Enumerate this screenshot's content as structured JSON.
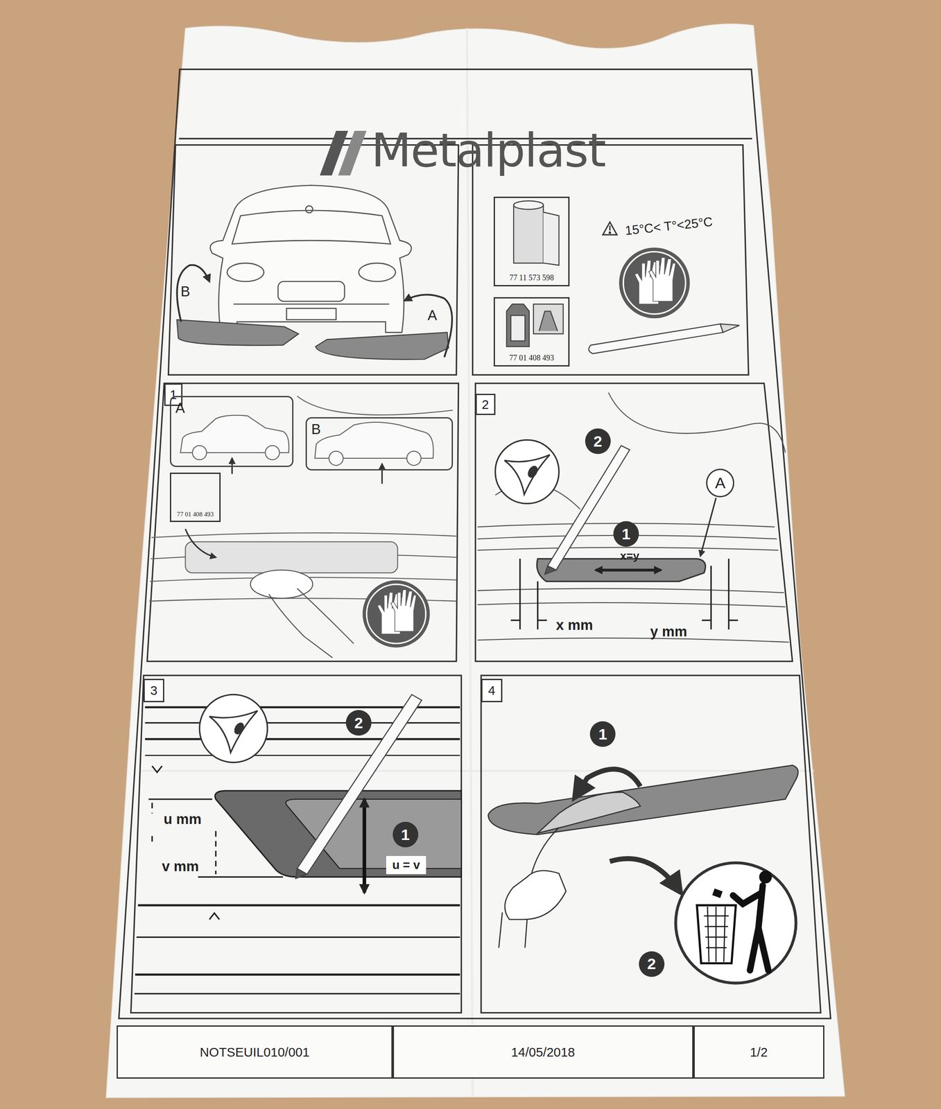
{
  "diagram": {
    "title": "Metalplast",
    "nodes": [
      {
        "text": [
          "77 11 573 598"
        ]
      },
      {
        "text": [
          "77 01 408 493"
        ]
      },
      {
        "text": [
          "1"
        ]
      },
      {
        "text": [
          "A"
        ]
      },
      {
        "text": [
          "B"
        ]
      },
      {
        "text": [
          "77 01 408 493"
        ]
      },
      {
        "text": [
          "2"
        ]
      },
      {
        "text": [
          "2"
        ]
      },
      {
        "text": [
          "A"
        ]
      },
      {
        "text": [
          "1"
        ]
      },
      {
        "text": [
          "3"
        ]
      },
      {
        "text": [
          "2"
        ]
      },
      {
        "text": [
          "1"
        ]
      },
      {
        "text": [
          "u = v"
        ]
      },
      {
        "text": [
          "4"
        ]
      },
      {
        "text": [
          "1"
        ]
      },
      {
        "text": [
          "2"
        ]
      },
      {
        "text": [
          "NOTSEUIL010/001"
        ]
      },
      {
        "text": [
          "14/05/2018"
        ]
      },
      {
        "text": [
          "1/2"
        ]
      }
    ],
    "labels": [
      "B",
      "A",
      "15°C< T°<25°C",
      "x=y",
      "x mm",
      "y mm",
      "u mm",
      "v mm"
    ]
  }
}
